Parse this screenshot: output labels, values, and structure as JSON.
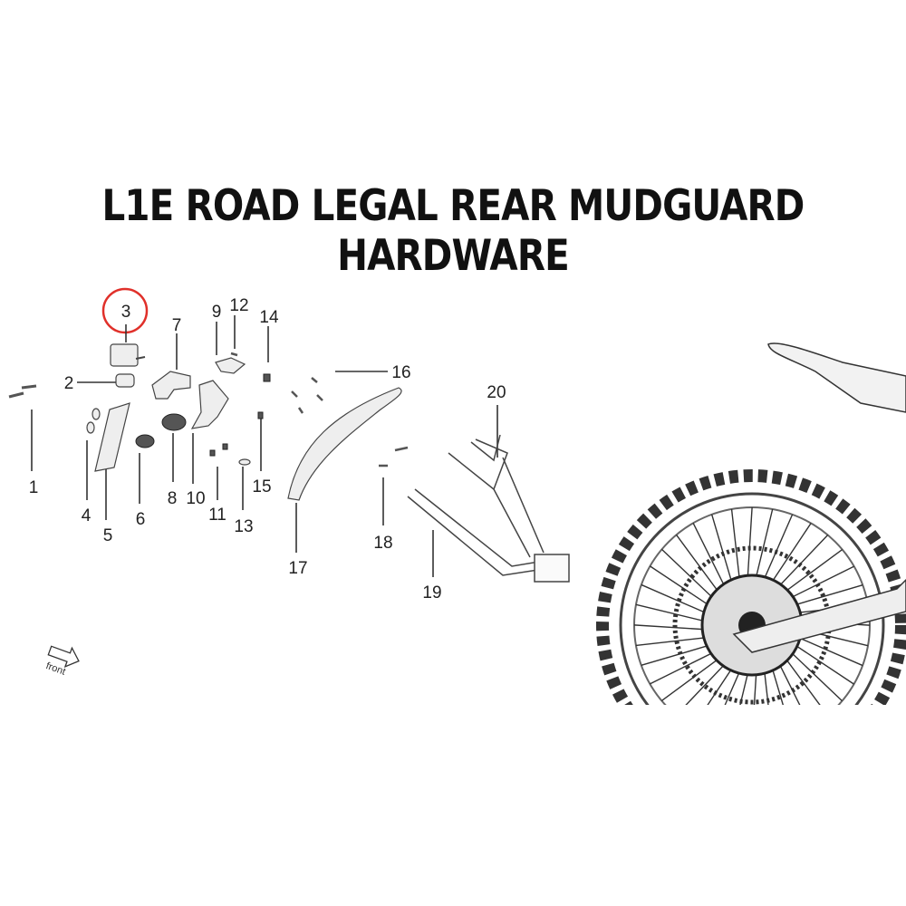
{
  "title": "L1E ROAD LEGAL REAR MUDGUARD HARDWARE",
  "highlighted_part": "3",
  "highlight_color": "#e0302a",
  "direction_label": "front",
  "parts": {
    "p1": "1",
    "p2": "2",
    "p3": "3",
    "p4": "4",
    "p5": "5",
    "p6": "6",
    "p7": "7",
    "p8": "8",
    "p9": "9",
    "p10": "10",
    "p11": "11",
    "p12": "12",
    "p13": "13",
    "p14": "14",
    "p15": "15",
    "p16": "16",
    "p17": "17",
    "p18": "18",
    "p19": "19",
    "p20": "20"
  }
}
